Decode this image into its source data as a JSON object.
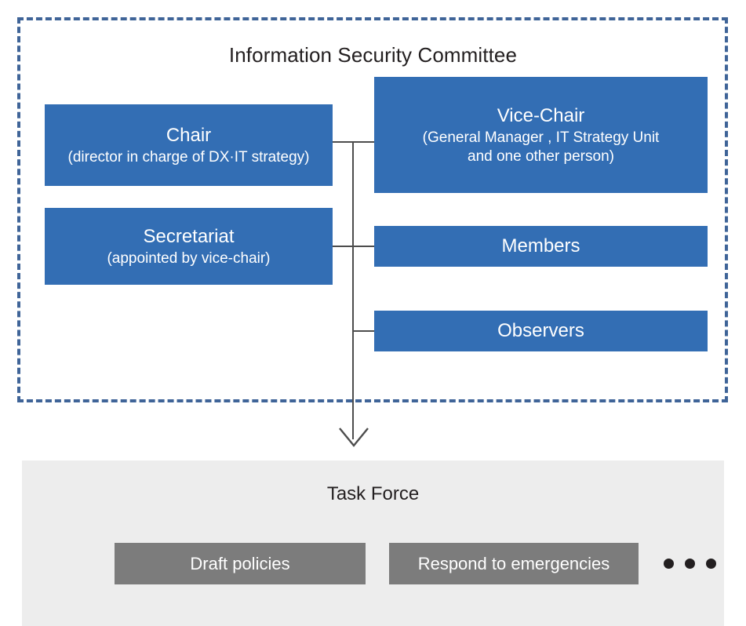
{
  "committee": {
    "title": "Information Security Committee",
    "nodes": [
      {
        "id": "chair",
        "title": "Chair",
        "subtitle": "(director in charge of DX·IT strategy)",
        "color": "#336EB4"
      },
      {
        "id": "secretariat",
        "title": "Secretariat",
        "subtitle": "(appointed by vice-chair)",
        "color": "#336EB4"
      },
      {
        "id": "vicechair",
        "title": "Vice-Chair",
        "subtitle_line1": "(General Manager , IT Strategy Unit",
        "subtitle_line2": "and one other person)",
        "color": "#336EB4"
      },
      {
        "id": "members",
        "title": "Members",
        "color": "#336EB4"
      },
      {
        "id": "observers",
        "title": "Observers",
        "color": "#336EB4"
      }
    ],
    "border_color": "#3f6498"
  },
  "taskforce": {
    "title": "Task Force",
    "panel_color": "#ededed",
    "chip_color": "#7c7c7c",
    "chips": [
      {
        "label": "Draft policies"
      },
      {
        "label": "Respond to emergencies"
      }
    ],
    "ellipsis_dots": 3
  },
  "connector": {
    "color": "#4d4d4d",
    "arrow": "down-arrow"
  }
}
